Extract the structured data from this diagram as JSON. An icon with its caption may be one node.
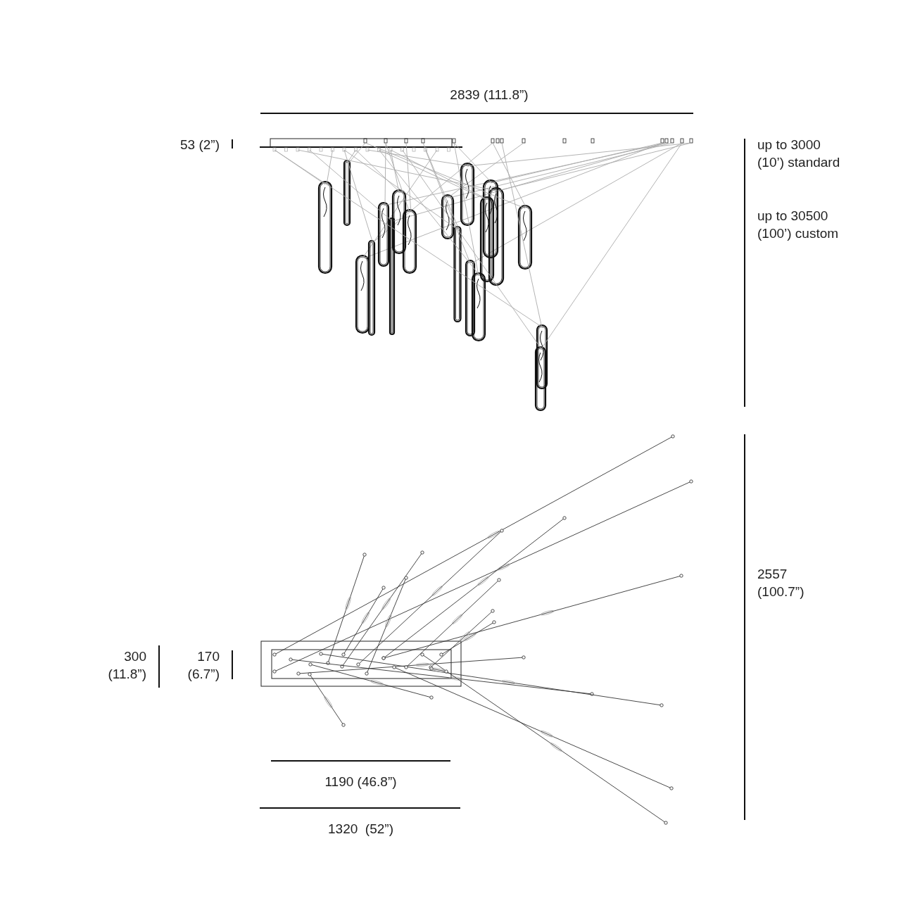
{
  "diagram": {
    "labels": [
      "2839 (111.8”)",
      "53 (2”)",
      "up to 3000 (10’) standard",
      "up to 30500 (100’) custom",
      "2557 (100.7”)",
      "300 (11.8”)",
      "170 (6.7”)",
      "1190 (46.8”)",
      "1320  (52”)"
    ]
  }
}
